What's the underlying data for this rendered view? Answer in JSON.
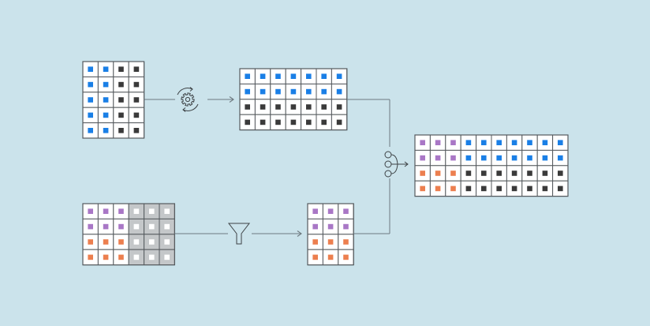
{
  "colors": {
    "background": "#cbe3eb",
    "blue": "#1a7fe6",
    "dark": "#3a3a3a",
    "purple": "#a977c6",
    "orange": "#ec7f4f",
    "filtered": "#ffffff",
    "filtered_cell": "#c4c7c9",
    "grid_line": "#555a5e",
    "cell": "#ffffff",
    "arrow": "#6e7a80"
  },
  "icons": {
    "transform": "gear-cycle-icon",
    "filter": "funnel-icon",
    "merge": "merge-nodes-icon"
  },
  "tables": {
    "source_a": {
      "rows": [
        [
          "blue",
          "blue",
          "dark",
          "dark"
        ],
        [
          "blue",
          "blue",
          "dark",
          "dark"
        ],
        [
          "blue",
          "blue",
          "dark",
          "dark"
        ],
        [
          "blue",
          "blue",
          "dark",
          "dark"
        ],
        [
          "blue",
          "blue",
          "dark",
          "dark"
        ]
      ]
    },
    "transformed_a": {
      "rows": [
        [
          "blue",
          "blue",
          "blue",
          "blue",
          "blue",
          "blue",
          "blue"
        ],
        [
          "blue",
          "blue",
          "blue",
          "blue",
          "blue",
          "blue",
          "blue"
        ],
        [
          "dark",
          "dark",
          "dark",
          "dark",
          "dark",
          "dark",
          "dark"
        ],
        [
          "dark",
          "dark",
          "dark",
          "dark",
          "dark",
          "dark",
          "dark"
        ]
      ]
    },
    "source_b": {
      "rows": [
        [
          "purple",
          "purple",
          "purple",
          "filtered",
          "filtered",
          "filtered"
        ],
        [
          "purple",
          "purple",
          "purple",
          "filtered",
          "filtered",
          "filtered"
        ],
        [
          "orange",
          "orange",
          "orange",
          "filtered",
          "filtered",
          "filtered"
        ],
        [
          "orange",
          "orange",
          "orange",
          "filtered",
          "filtered",
          "filtered"
        ]
      ]
    },
    "filtered_b": {
      "rows": [
        [
          "purple",
          "purple",
          "purple"
        ],
        [
          "purple",
          "purple",
          "purple"
        ],
        [
          "orange",
          "orange",
          "orange"
        ],
        [
          "orange",
          "orange",
          "orange"
        ]
      ]
    },
    "merged": {
      "rows": [
        [
          "purple",
          "purple",
          "purple",
          "blue",
          "blue",
          "blue",
          "blue",
          "blue",
          "blue",
          "blue"
        ],
        [
          "purple",
          "purple",
          "purple",
          "blue",
          "blue",
          "blue",
          "blue",
          "blue",
          "blue",
          "blue"
        ],
        [
          "orange",
          "orange",
          "orange",
          "dark",
          "dark",
          "dark",
          "dark",
          "dark",
          "dark",
          "dark"
        ],
        [
          "orange",
          "orange",
          "orange",
          "dark",
          "dark",
          "dark",
          "dark",
          "dark",
          "dark",
          "dark"
        ]
      ]
    }
  }
}
